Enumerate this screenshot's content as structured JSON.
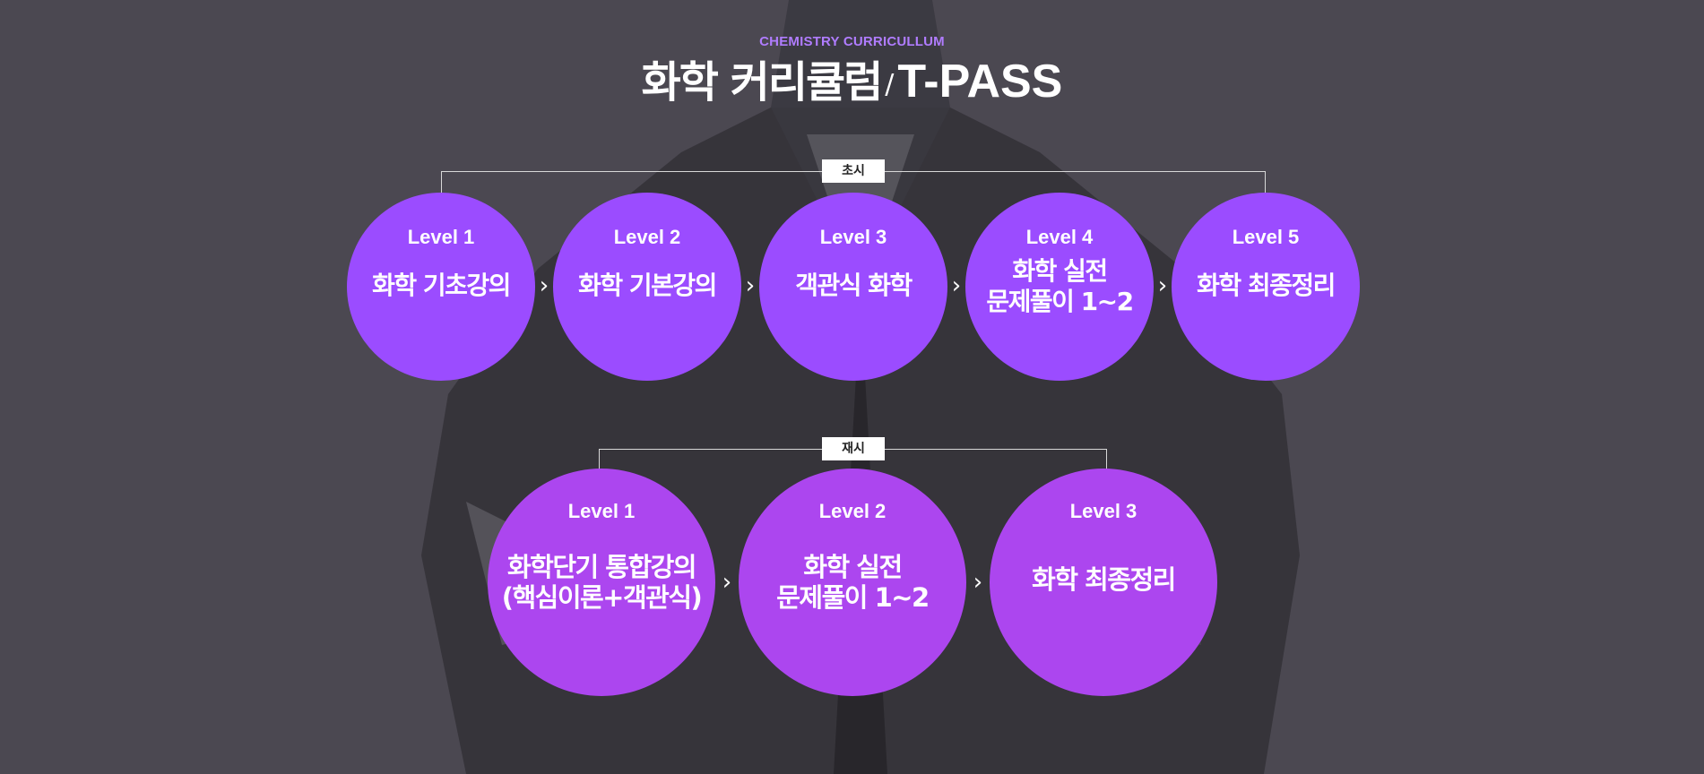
{
  "header": {
    "eyebrow": "CHEMISTRY CURRICULLUM",
    "title_main": "화학 커리큘럼",
    "title_sep": "/",
    "title_pass": "T-PASS"
  },
  "first_exam": {
    "tag": "초시",
    "levels": [
      {
        "level": "Level 1",
        "name": "화학 기초강의"
      },
      {
        "level": "Level 2",
        "name": "화학 기본강의"
      },
      {
        "level": "Level 3",
        "name": "객관식 화학"
      },
      {
        "level": "Level 4",
        "name_line1": "화학 실전",
        "name_line2": "문제풀이 1~2"
      },
      {
        "level": "Level 5",
        "name": "화학 최종정리"
      }
    ]
  },
  "repeat_exam": {
    "tag": "재시",
    "levels": [
      {
        "level": "Level 1",
        "name_line1": "화학단기 통합강의",
        "name_line2": "(핵심이론+객관식)"
      },
      {
        "level": "Level 2",
        "name_line1": "화학 실전",
        "name_line2": "문제풀이 1~2"
      },
      {
        "level": "Level 3",
        "name": "화학 최종정리"
      }
    ]
  },
  "arrow_glyph": "›",
  "colors": {
    "background": "#4b4851",
    "accent": "#b07cff",
    "circle_top": "#9b4cff",
    "circle_bottom": "#ac46ef"
  }
}
